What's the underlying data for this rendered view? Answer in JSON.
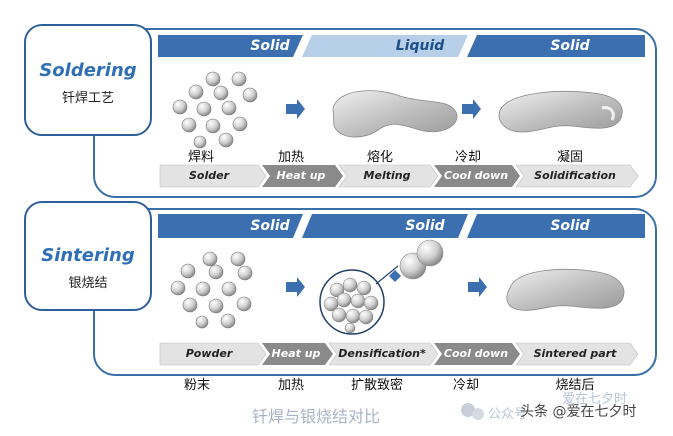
{
  "soldering": {
    "title_en": "Soldering",
    "title_zh": "钎焊工艺",
    "phases": [
      "Solid",
      "Liquid",
      "Solid"
    ],
    "steps_zh": [
      "焊料",
      "加热",
      "熔化",
      "冷却",
      "凝固"
    ],
    "steps_en": [
      "Solder",
      "Heat up",
      "Melting",
      "Cool down",
      "Solidification"
    ]
  },
  "sintering": {
    "title_en": "Sintering",
    "title_zh": "银烧结",
    "phases": [
      "Solid",
      "Solid",
      "Solid"
    ],
    "steps_zh": [
      "粉末",
      "加热",
      "扩散致密",
      "冷却",
      "烧结后"
    ],
    "steps_en": [
      "Powder",
      "Heat up",
      "Densification*",
      "Cool down",
      "Sintered part"
    ]
  },
  "footer": {
    "caption": "钎焊与银烧结对比",
    "watermark_1": "公众号",
    "watermark_2": "爱在七夕时",
    "source": "头条 @爱在七夕时"
  },
  "colors": {
    "solid_band": "#3b6fb0",
    "liquid_band": "#b7cfe8",
    "light_step": "#e3e3e3",
    "dark_step": "#8a8a8a",
    "border": "#3a6fa8"
  }
}
